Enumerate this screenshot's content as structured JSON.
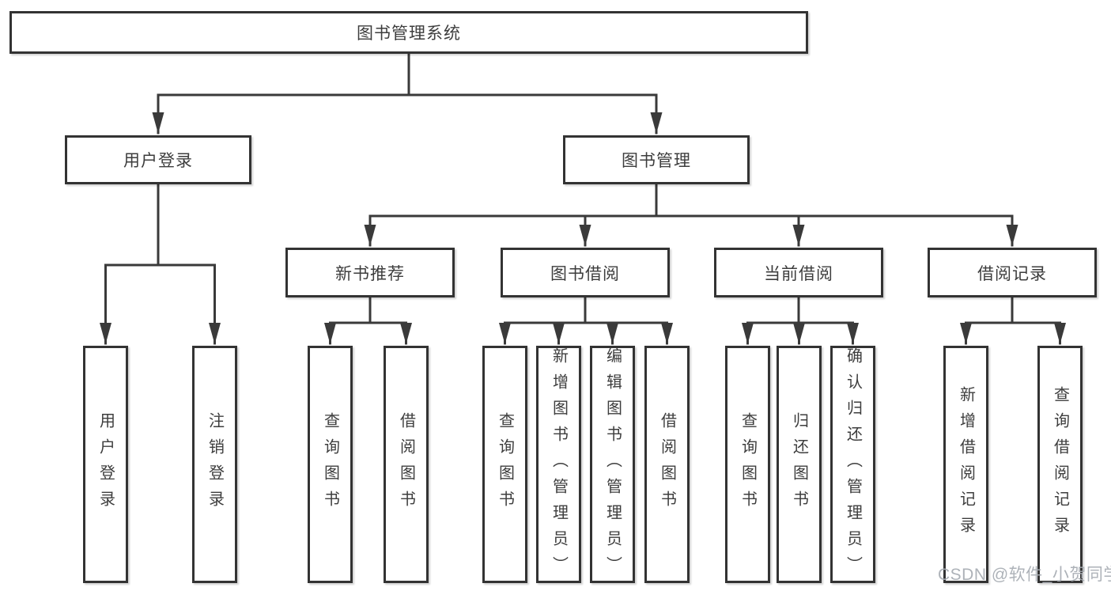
{
  "diagram": {
    "type": "hierarchy-tree",
    "tree": {
      "root": {
        "label": "图书管理系统",
        "children": [
          {
            "label": "用户登录",
            "children": [
              {
                "label": "用户登录"
              },
              {
                "label": "注销登录"
              }
            ]
          },
          {
            "label": "图书管理",
            "children": [
              {
                "label": "新书推荐",
                "children": [
                  {
                    "label": "查询图书"
                  },
                  {
                    "label": "借阅图书"
                  }
                ]
              },
              {
                "label": "图书借阅",
                "children": [
                  {
                    "label": "查询图书"
                  },
                  {
                    "label": "新增图书（管理员）"
                  },
                  {
                    "label": "编辑图书（管理员）"
                  },
                  {
                    "label": "借阅图书"
                  }
                ]
              },
              {
                "label": "当前借阅",
                "children": [
                  {
                    "label": "查询图书"
                  },
                  {
                    "label": "归还图书"
                  },
                  {
                    "label": "确认归还（管理员）"
                  }
                ]
              },
              {
                "label": "借阅记录",
                "children": [
                  {
                    "label": "新增借阅记录"
                  },
                  {
                    "label": "查询借阅记录"
                  }
                ]
              }
            ]
          }
        ]
      }
    },
    "colors": {
      "line": "#3a3a3a",
      "box_border": "#333333",
      "text": "#3d3d3d",
      "background": "#ffffff",
      "watermark_text_color": "#a9aeb5"
    }
  },
  "watermark": {
    "text": "CSDN @软件_小贺同学"
  }
}
